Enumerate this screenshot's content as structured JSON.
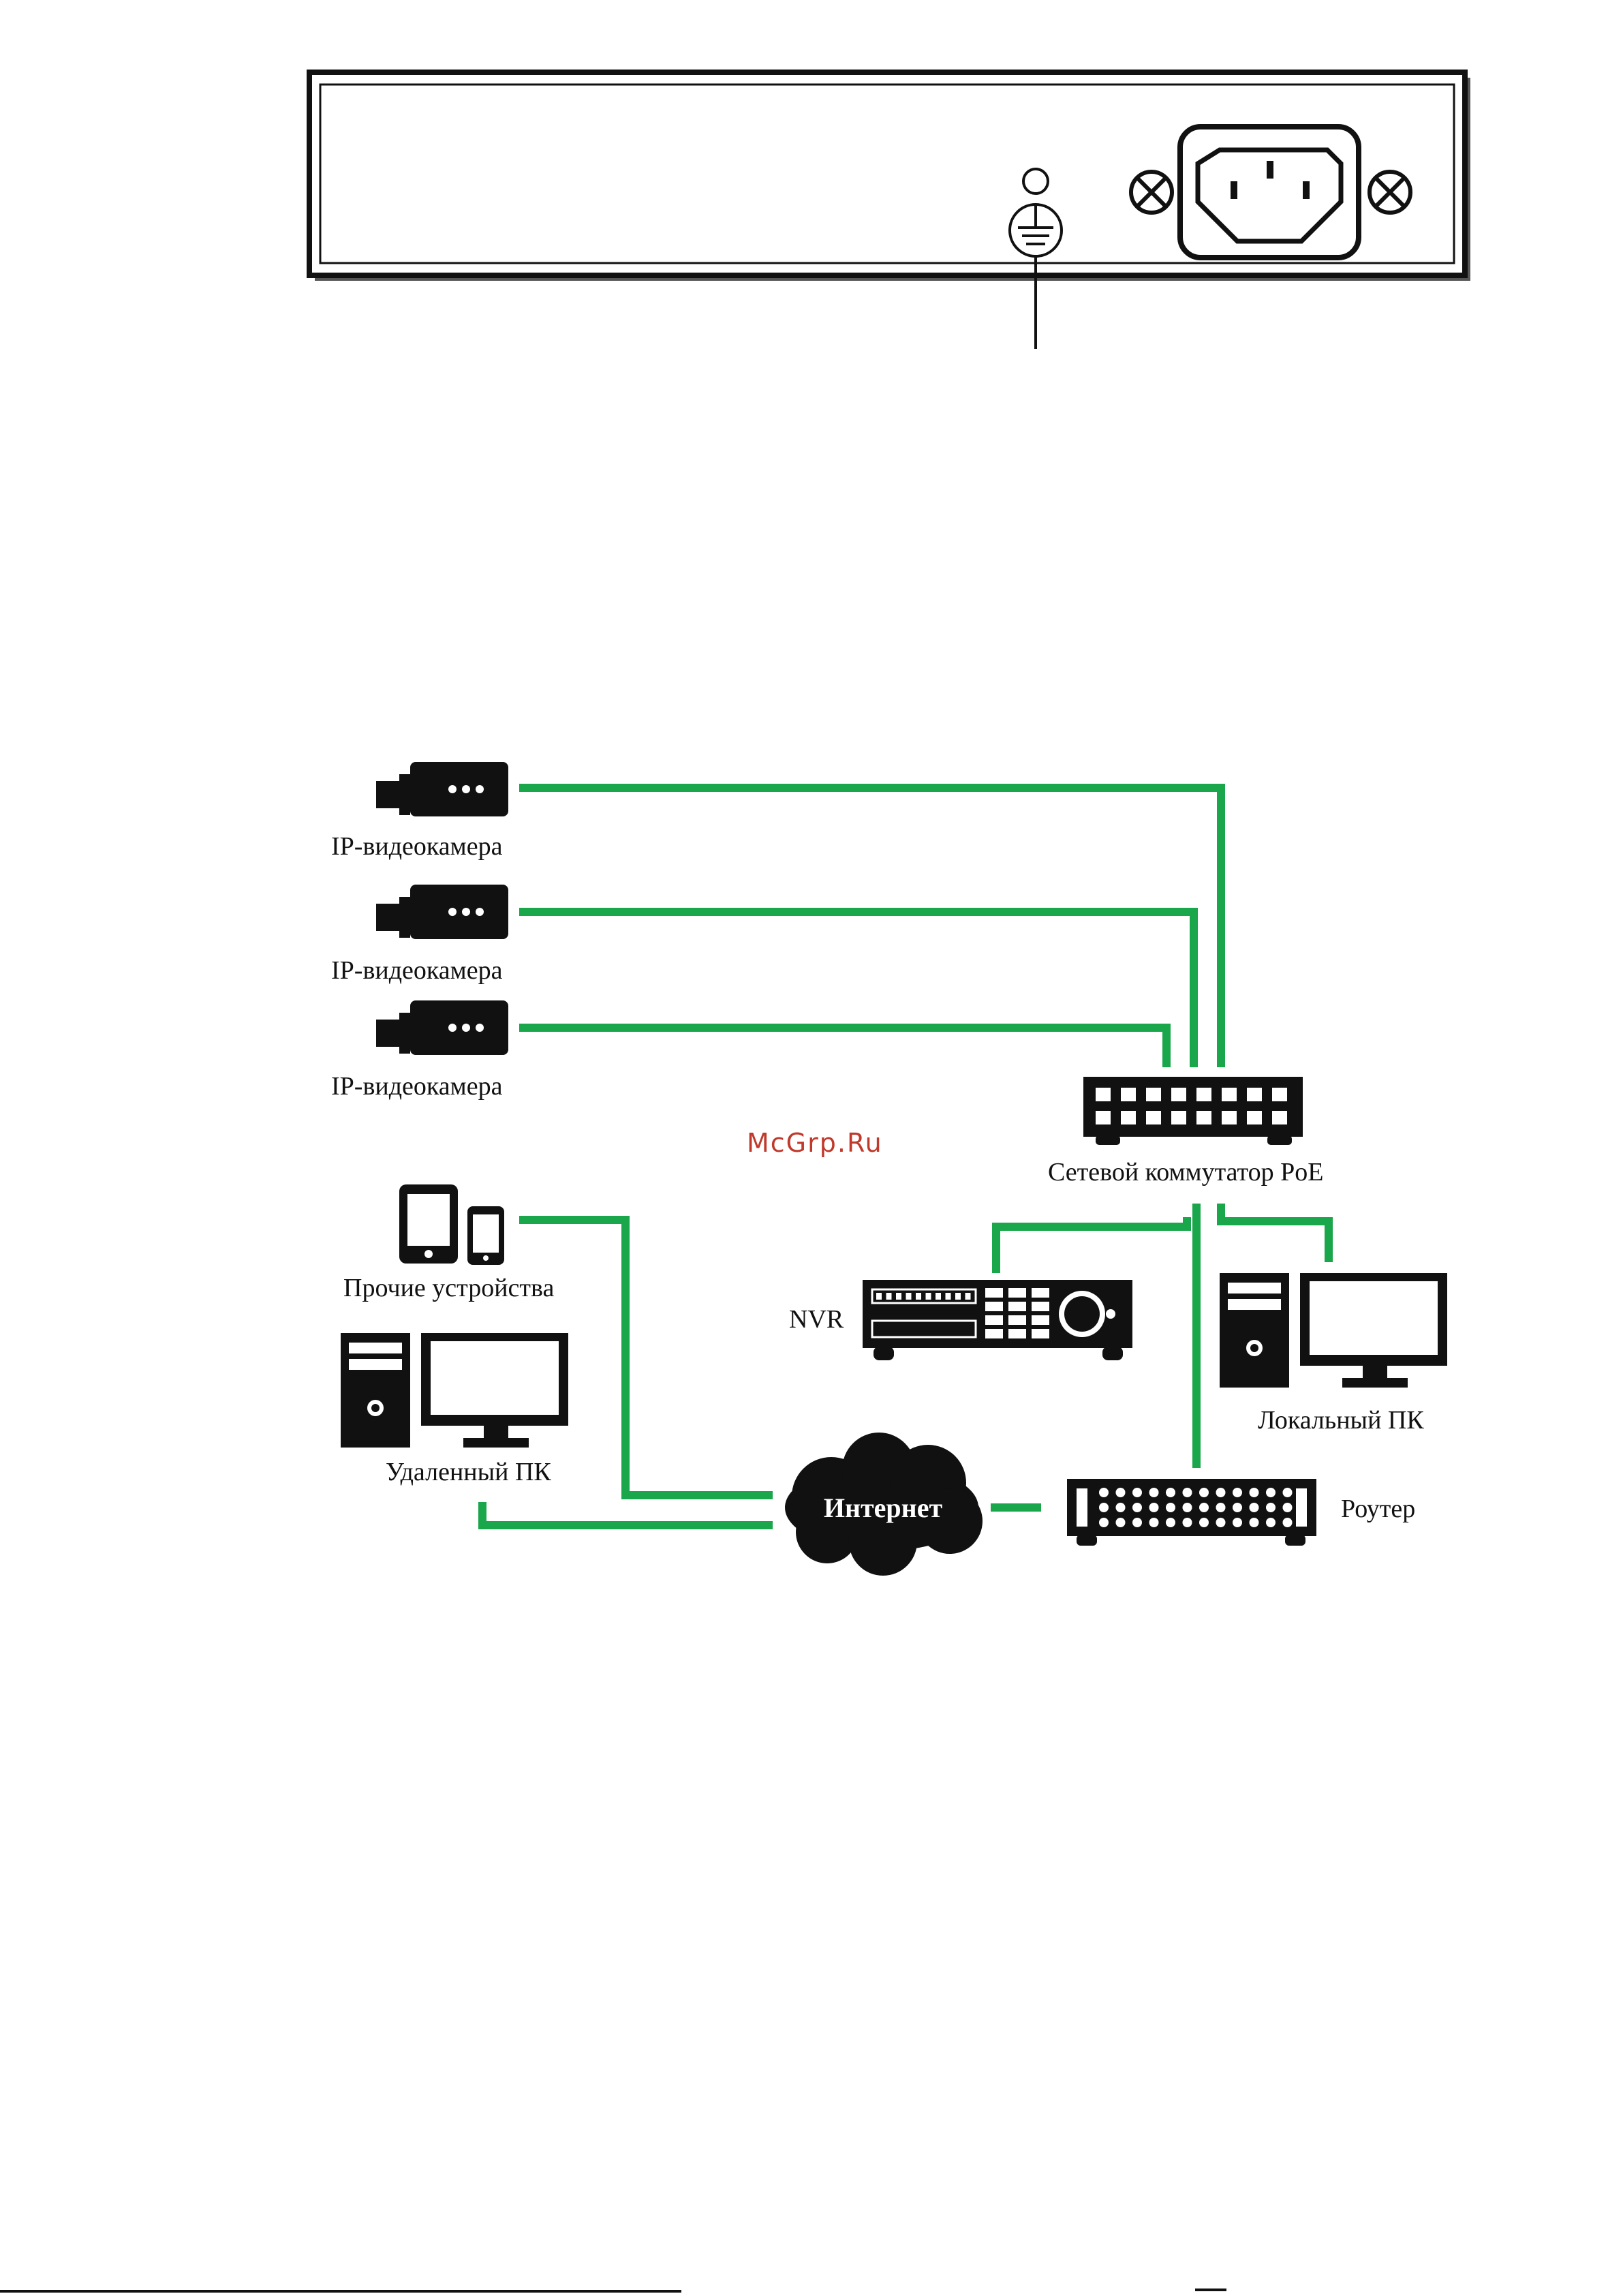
{
  "watermark": "McGrp.Ru",
  "colors": {
    "cable": "#1aa64a",
    "device": "#111111",
    "watermark": "#c0392b",
    "background": "#ffffff"
  },
  "rear_panel": {
    "icons": [
      "ground-terminal-icon",
      "screw-icon",
      "power-inlet-icon",
      "screw-icon"
    ]
  },
  "diagram": {
    "cameras": [
      {
        "label": "IP-видеокамера",
        "icon": "ip-camera-icon"
      },
      {
        "label": "IP-видеокамера",
        "icon": "ip-camera-icon"
      },
      {
        "label": "IP-видеокамера",
        "icon": "ip-camera-icon"
      }
    ],
    "switch": {
      "label": "Сетевой коммутатор PoE",
      "icon": "poe-switch-icon"
    },
    "nvr": {
      "label": "NVR",
      "icon": "nvr-icon"
    },
    "local_pc": {
      "label": "Локальный ПК",
      "icon": "desktop-pc-icon"
    },
    "other_devices": {
      "label": "Прочие устройства",
      "icon": "tablet-phone-icon"
    },
    "remote_pc": {
      "label": "Удаленный ПК",
      "icon": "desktop-pc-icon"
    },
    "internet": {
      "label": "Интернет",
      "icon": "cloud-icon"
    },
    "router": {
      "label": "Роутер",
      "icon": "router-icon"
    }
  }
}
